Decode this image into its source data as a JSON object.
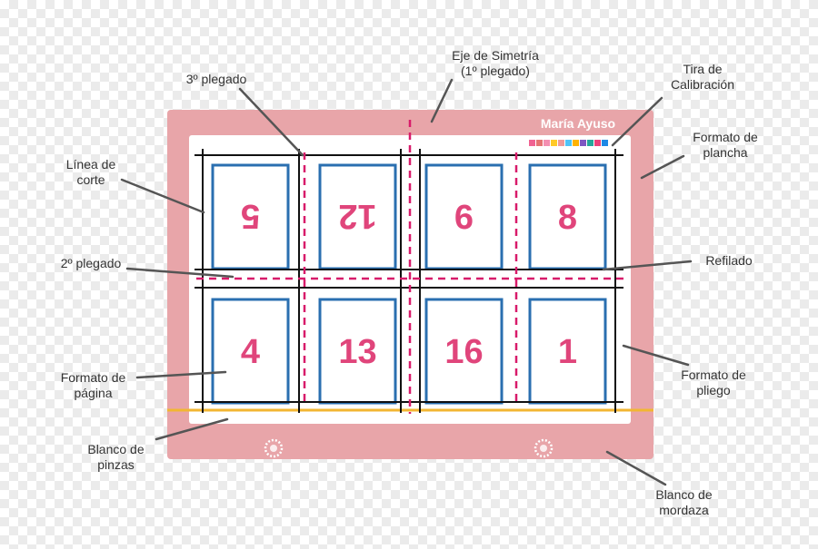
{
  "colors": {
    "plate": "#e8a5a9",
    "sheet": "#ffffff",
    "page_border": "#2a6fb0",
    "page_number": "#e0457b",
    "fold_line": "#d81b6a",
    "cut_line": "#111111",
    "gripper_line": "#f2b632",
    "leader": "#555555",
    "label_text": "#333333"
  },
  "brand": "María Ayuso",
  "calibration_colors": [
    "#f06292",
    "#e57373",
    "#f48fb1",
    "#ffca28",
    "#ef9a9a",
    "#4fc3f7",
    "#ffb300",
    "#7e57c2",
    "#26a69a",
    "#ec407a",
    "#1e88e5"
  ],
  "pages": [
    {
      "number": "5",
      "rotated": true
    },
    {
      "number": "12",
      "rotated": true
    },
    {
      "number": "6",
      "rotated": false
    },
    {
      "number": "8",
      "rotated": false
    },
    {
      "number": "4",
      "rotated": false
    },
    {
      "number": "13",
      "rotated": false
    },
    {
      "number": "16",
      "rotated": false
    },
    {
      "number": "1",
      "rotated": false
    }
  ],
  "labels": {
    "third_fold": "3º plegado",
    "symmetry_axis": [
      "Eje de Simetría",
      "(1º plegado)"
    ],
    "calibration_strip": [
      "Tira de",
      "Calibración"
    ],
    "plate_format": [
      "Formato de",
      "plancha"
    ],
    "cut_line": [
      "Línea de",
      "corte"
    ],
    "second_fold": "2º plegado",
    "trim": "Refilado",
    "page_format": [
      "Formato de",
      "página"
    ],
    "sheet_format": [
      "Formato de",
      "pliego"
    ],
    "gripper_margin": [
      "Blanco de",
      "pinzas"
    ],
    "clamp_margin": [
      "Blanco de",
      "mordaza"
    ]
  }
}
